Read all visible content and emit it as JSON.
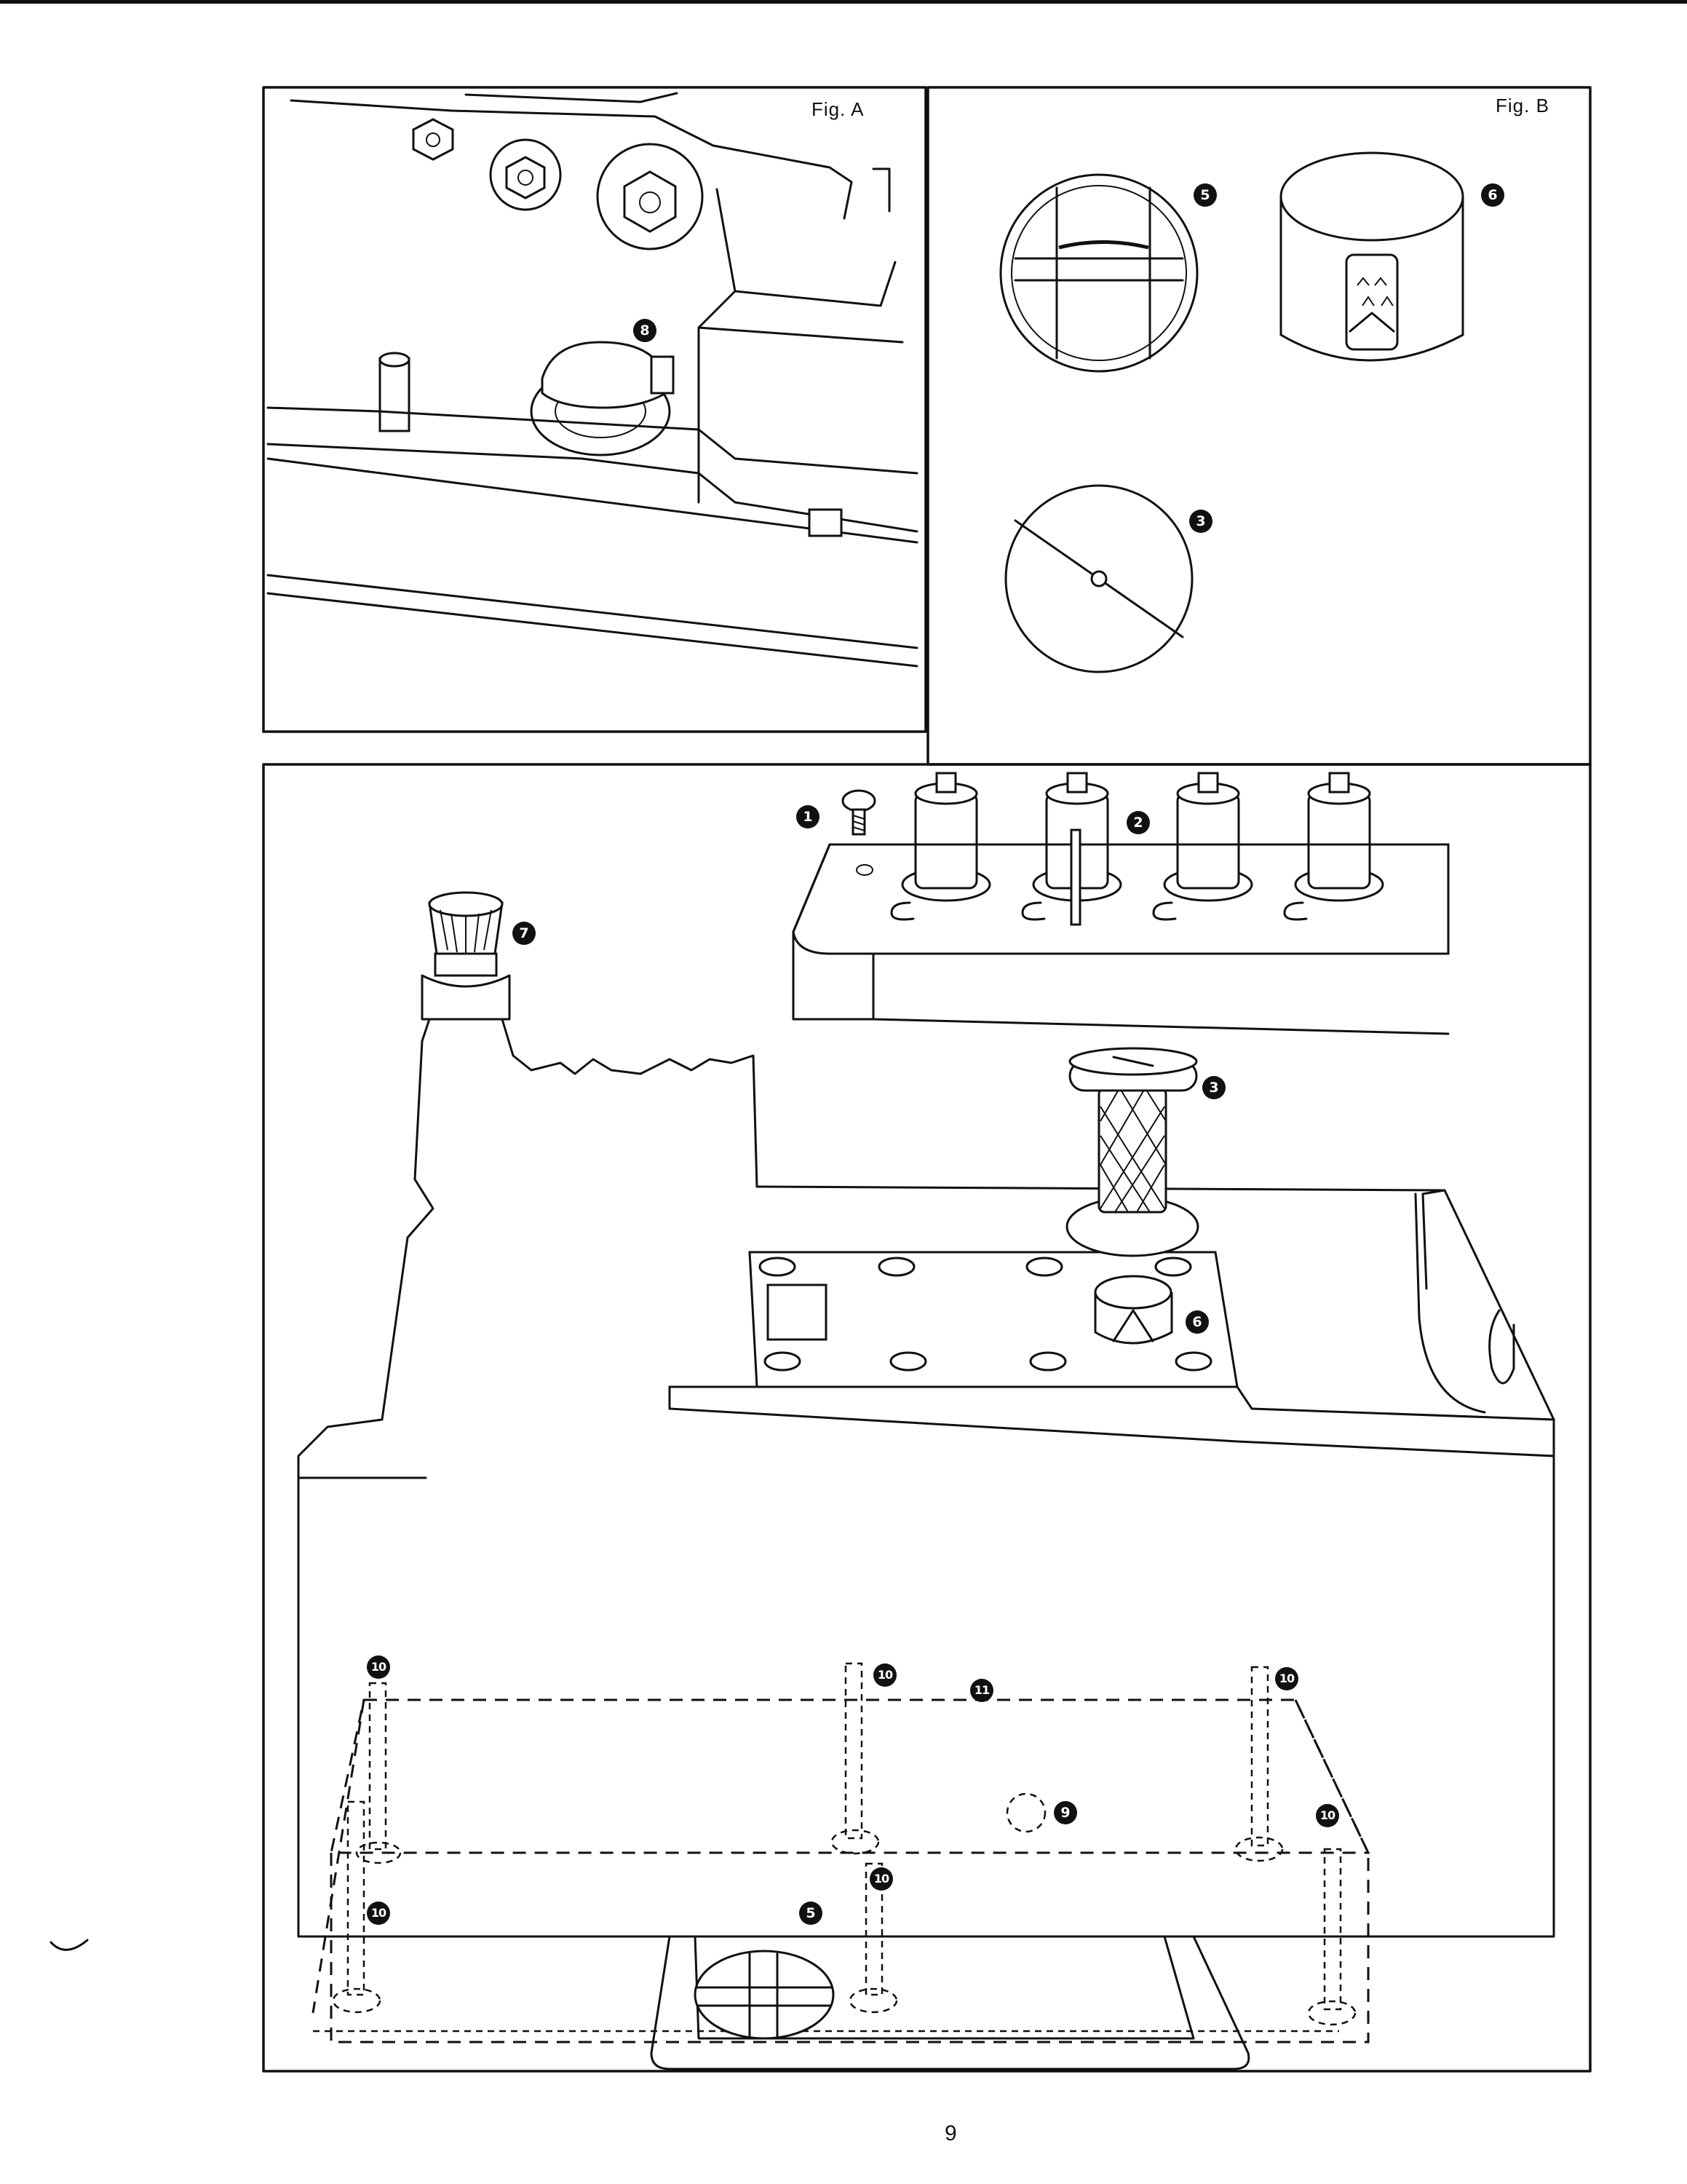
{
  "figures": {
    "fig_a": {
      "label": "Fig. A"
    },
    "fig_b": {
      "label": "Fig. B"
    }
  },
  "callouts": {
    "c1": "1",
    "c2": "2",
    "c3": "3",
    "c5": "5",
    "c6": "6",
    "c7": "7",
    "c8": "8",
    "c9": "9",
    "c10": "10",
    "c11": "11"
  },
  "page_number": "9"
}
